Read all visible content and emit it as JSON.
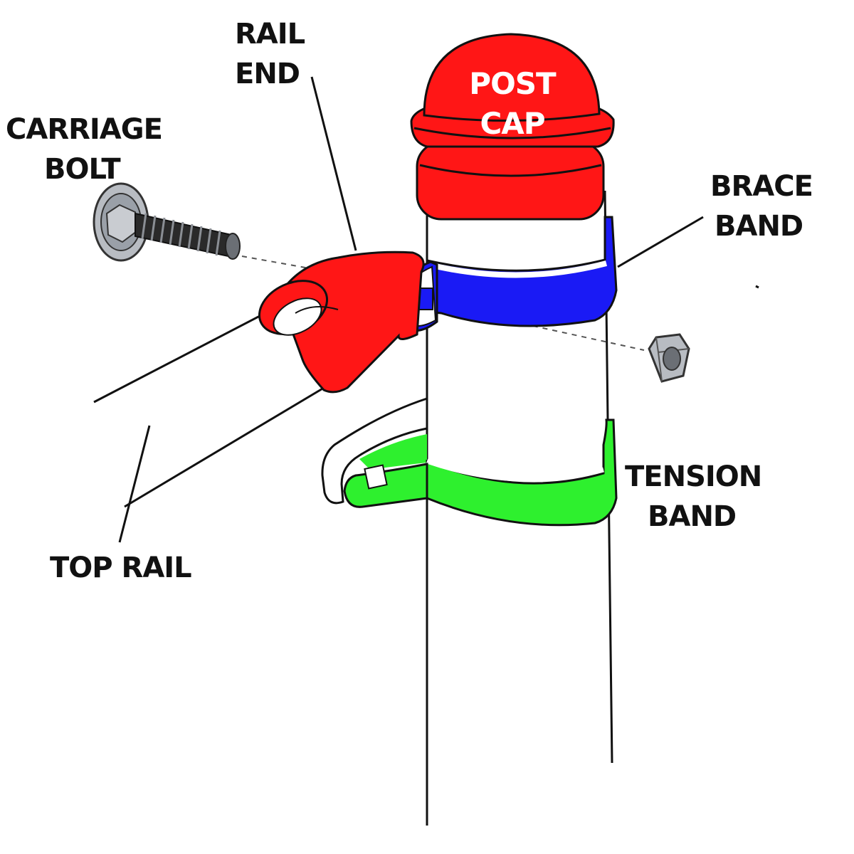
{
  "colors": {
    "post_cap": "#ff1616",
    "rail_end": "#ff1616",
    "brace_band": "#1a1af5",
    "tension_band": "#2ef02e",
    "outline": "#111111",
    "hardware": "#b8bcc2",
    "cap_text": "#ffffff"
  },
  "labels": {
    "rail_end": [
      "RAIL",
      "END"
    ],
    "post_cap": [
      "POST",
      "CAP"
    ],
    "carriage_bolt": [
      "CARRIAGE",
      "BOLT"
    ],
    "brace_band": [
      "BRACE",
      "BAND"
    ],
    "tension_band": [
      "TENSION",
      "BAND"
    ],
    "top_rail": [
      "TOP RAIL"
    ]
  }
}
